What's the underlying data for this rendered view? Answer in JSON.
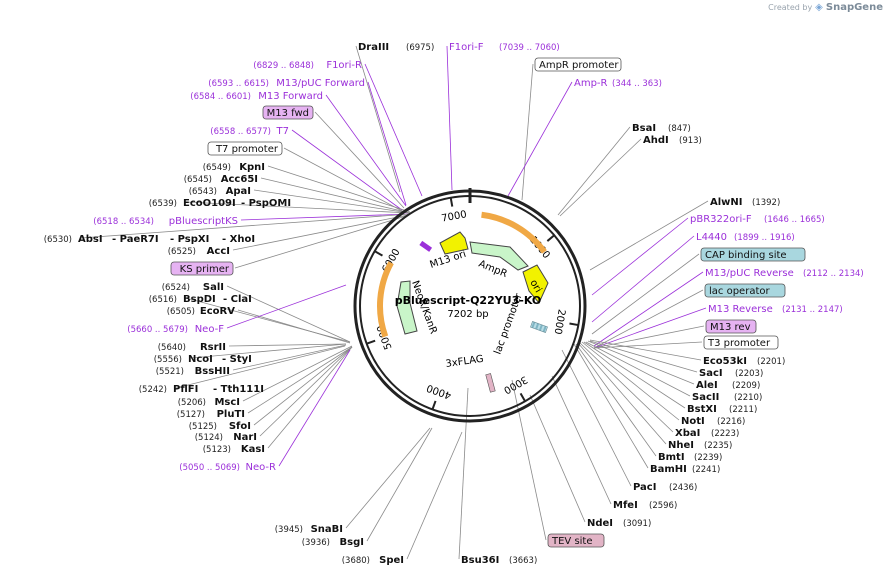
{
  "branding": {
    "created_by": "Created by",
    "name": "SnapGene"
  },
  "plasmid": {
    "name": "pBluescript-Q22YU3-KO",
    "length": "7202 bp"
  },
  "ruler": [
    "1000",
    "2000",
    "3000",
    "4000",
    "5000",
    "6000",
    "7000"
  ],
  "features": {
    "M13 ori": "M13 ori",
    "AmpR": "AmpR",
    "ori": "ori",
    "lac promoter": "lac promoter",
    "3xFLAG": "3xFLAG",
    "NeoR/KanR": "NeoR/KanR"
  },
  "labels": {
    "DraIII": "DraIII",
    "F1ori-F": "F1ori-F",
    "F1ori-R": "F1ori-R",
    "M13/pUC Forward": "M13/pUC Forward",
    "M13 Forward": "M13 Forward",
    "M13 fwd": "M13 fwd",
    "T7": "T7",
    "T7 promoter": "T7 promoter",
    "KpnI": "KpnI",
    "Acc65I": "Acc65I",
    "ApaI": "ApaI",
    "EcoO109I": "EcoO109I",
    "- PspOMI": "- PspOMI",
    "pBluescriptKS": "pBluescriptKS",
    "AbsI": "AbsI",
    "- PaeR7I": "- PaeR7I",
    "- PspXI": "- PspXI",
    "- XhoI": "- XhoI",
    "AccI": "AccI",
    "KS primer": "KS primer",
    "SalI": "SalI",
    "BspDI": "BspDI",
    "- ClaI": "- ClaI",
    "EcoRV": "EcoRV",
    "Neo-F": "Neo-F",
    "RsrII": "RsrII",
    "NcoI": "NcoI",
    "- StyI": "- StyI",
    "BssHII": "BssHII",
    "PflFI": "PflFI",
    "- Tth111I": "- Tth111I",
    "MscI": "MscI",
    "PluTI": "PluTI",
    "SfoI": "SfoI",
    "NarI": "NarI",
    "KasI": "KasI",
    "Neo-R": "Neo-R",
    "SnaBI": "SnaBI",
    "BsgI": "BsgI",
    "SpeI": "SpeI",
    "Bsu36I": "Bsu36I",
    "TEV site": "TEV site",
    "NdeI": "NdeI",
    "MfeI": "MfeI",
    "PacI": "PacI",
    "BamHI": "BamHI",
    "BmtI": "BmtI",
    "NheI": "NheI",
    "XbaI": "XbaI",
    "NotI": "NotI",
    "BstXI": "BstXI",
    "SacII": "SacII",
    "AleI": "AleI",
    "SacI": "SacI",
    "Eco53kI": "Eco53kI",
    "T3 promoter": "T3 promoter",
    "M13 rev": "M13 rev",
    "M13 Reverse": "M13 Reverse",
    "lac operator": "lac operator",
    "M13/pUC Reverse": "M13/pUC Reverse",
    "CAP binding site": "CAP binding site",
    "L4440": "L4440",
    "pBR322ori-F": "pBR322ori-F",
    "AlwNI": "AlwNI",
    "AhdI": "AhdI",
    "BsaI": "BsaI",
    "Amp-R": "Amp-R",
    "AmpR promoter": "AmpR promoter"
  },
  "positions": {
    "DraIII": "(6975)",
    "F1ori-F": "(7039 .. 7060)",
    "F1ori-R": "(6829 .. 6848)",
    "M13/pUC Forward": "(6593 .. 6615)",
    "M13 Forward": "(6584 .. 6601)",
    "T7": "(6558 .. 6577)",
    "KpnI": "(6549)",
    "Acc65I": "(6545)",
    "ApaI": "(6543)",
    "EcoO109I": "(6539)",
    "pBluescriptKS": "(6518 .. 6534)",
    "AbsI": "(6530)",
    "AccI": "(6525)",
    "SalI": "(6524)",
    "BspDI": "(6516)",
    "EcoRV": "(6505)",
    "Neo-F": "(5660 .. 5679)",
    "RsrII": "(5640)",
    "NcoI": "(5556)",
    "BssHII": "(5521)",
    "PflFI": "(5242)",
    "MscI": "(5206)",
    "PluTI": "(5127)",
    "SfoI": "(5125)",
    "NarI": "(5124)",
    "KasI": "(5123)",
    "Neo-R": "(5050 .. 5069)",
    "SnaBI": "(3945)",
    "BsgI": "(3936)",
    "SpeI": "(3680)",
    "Bsu36I": "(3663)",
    "NdeI": "(3091)",
    "MfeI": "(2596)",
    "PacI": "(2436)",
    "BamHI": "(2241)",
    "BmtI": "(2239)",
    "NheI": "(2235)",
    "XbaI": "(2223)",
    "NotI": "(2216)",
    "BstXI": "(2211)",
    "SacII": "(2210)",
    "AleI": "(2209)",
    "SacI": "(2203)",
    "Eco53kI": "(2201)",
    "M13 Reverse": "(2131 .. 2147)",
    "M13/pUC Reverse": "(2112 .. 2134)",
    "L4440": "(1899 .. 1916)",
    "pBR322ori-F": "(1646 .. 1665)",
    "AlwNI": "(1392)",
    "AhdI": "(913)",
    "BsaI": "(847)",
    "Amp-R": "(344 .. 363)"
  },
  "colors": {
    "backbone": "#222222",
    "enzyme": "#111111",
    "primer": "#9b30d9",
    "leader": "#8a8a8a",
    "primer_box": "#e6b3f2",
    "feature_box": "#a9d7df",
    "tev_box": "#e2b4c6",
    "arrow_green": "#c9f5c9",
    "arrow_yellow": "#f2f200",
    "orf_orange": "#f0a845"
  }
}
